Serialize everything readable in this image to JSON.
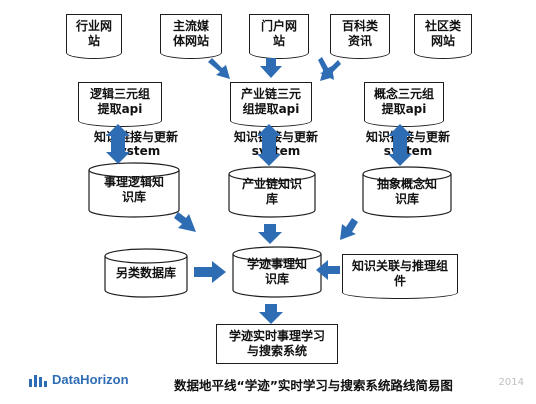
{
  "sources": [
    {
      "line1": "行业网",
      "line2": "站"
    },
    {
      "line1": "主流媒",
      "line2": "体网站"
    },
    {
      "line1": "门户网",
      "line2": "站"
    },
    {
      "line1": "百科类",
      "line2": "资讯"
    },
    {
      "line1": "社区类",
      "line2": "网站"
    }
  ],
  "apis": [
    {
      "line1": "逻辑三元组",
      "line2": "提取api"
    },
    {
      "line1": "产业链三元",
      "line2": "组提取api"
    },
    {
      "line1": "概念三元组",
      "line2": "提取api"
    }
  ],
  "sync_labels": [
    {
      "line1": "知识链接与更新",
      "line2": "system"
    },
    {
      "line1": "知识链接与更新",
      "line2": "system"
    },
    {
      "line1": "知识链接与更新",
      "line2": "system"
    }
  ],
  "knowledge_bases": [
    {
      "line1": "事理逻辑知",
      "line2": "识库"
    },
    {
      "line1": "产业链知识",
      "line2": "库"
    },
    {
      "line1": "抽象概念知",
      "line2": "识库"
    }
  ],
  "other_db": {
    "text": "另类数据库"
  },
  "core": {
    "line1": "学迹事理知",
    "line2": "识库"
  },
  "inference": {
    "line1": "知识关联与推理组",
    "line2": "件"
  },
  "output": {
    "line1": "学迹实时事理学习",
    "line2": "与搜索系统"
  },
  "footer": {
    "brand": "DataHorizon",
    "caption": "数据地平线“学迹”实时学习与搜索系统路线简易图",
    "watermark": "2014"
  },
  "colors": {
    "arrow": "#2e6db4",
    "border": "#1d1d1d"
  }
}
